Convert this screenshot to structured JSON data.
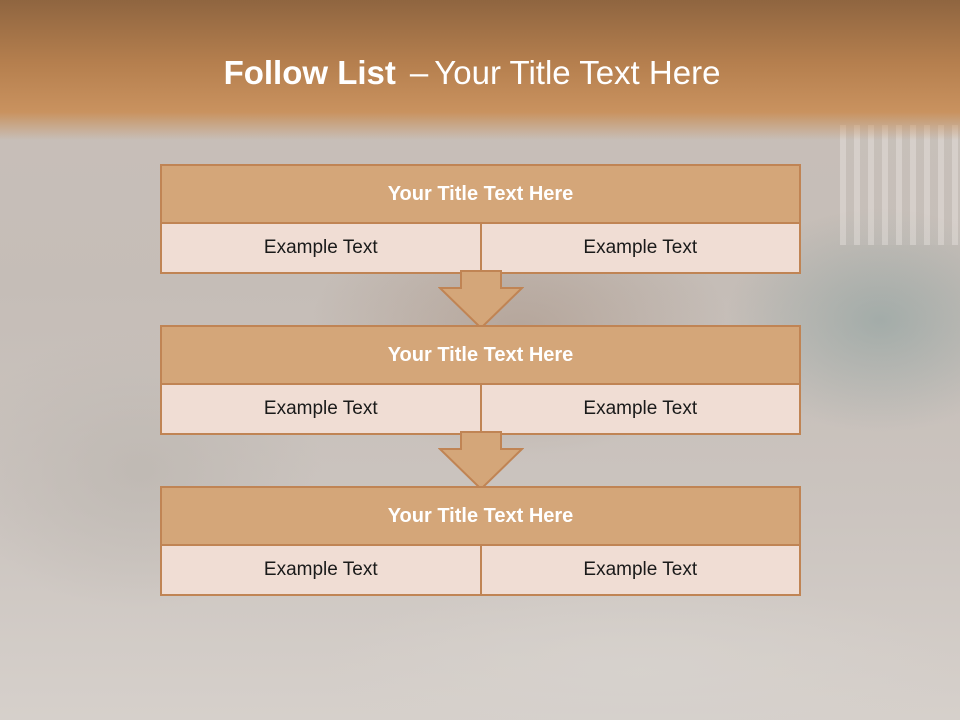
{
  "slide": {
    "title_bold": "Follow List",
    "title_dash": "–",
    "title_rest": "Your Title Text Here"
  },
  "blocks": [
    {
      "title": "Your Title Text Here",
      "left": "Example Text",
      "right": "Example Text"
    },
    {
      "title": "Your Title Text Here",
      "left": "Example Text",
      "right": "Example Text"
    },
    {
      "title": "Your Title Text Here",
      "left": "Example Text",
      "right": "Example Text"
    }
  ],
  "colors": {
    "header": "#b57f4e",
    "block_head": "#d4a679",
    "block_row": "#f0ddd4",
    "border": "#c08454"
  }
}
